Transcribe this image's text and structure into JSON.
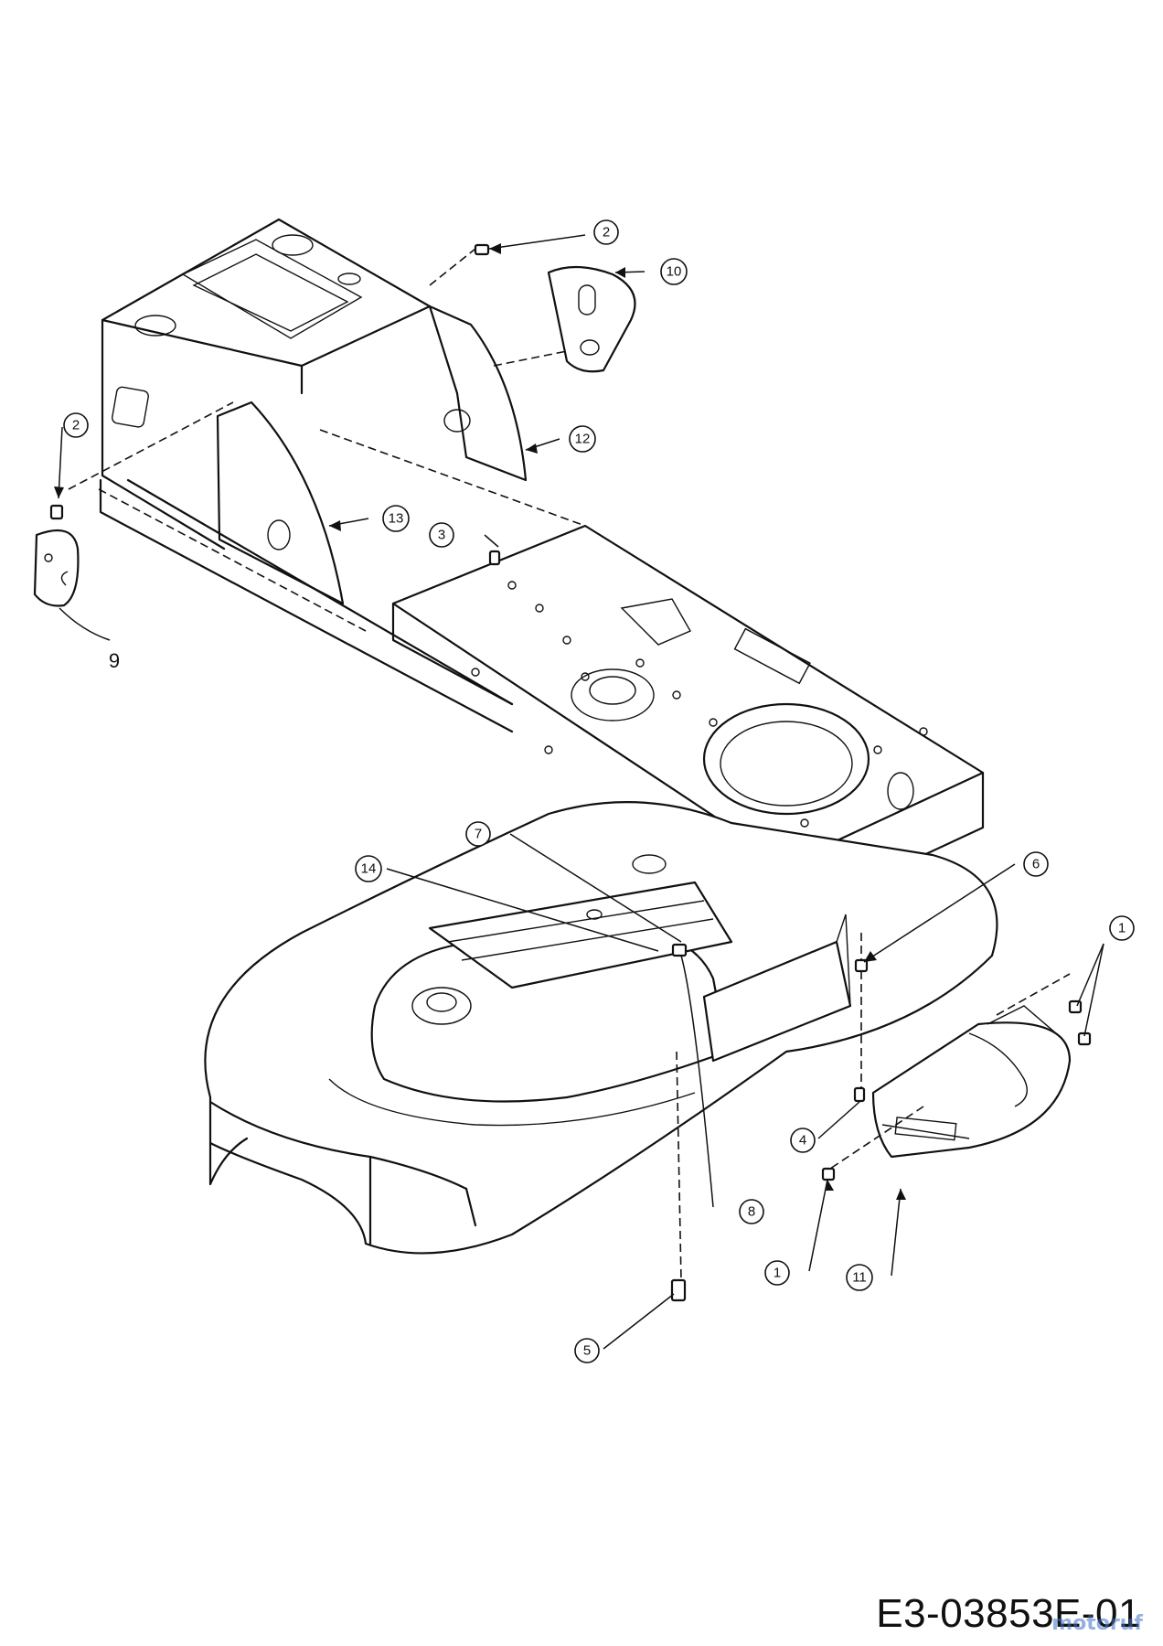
{
  "diagram": {
    "callouts": [
      {
        "id": "c2a",
        "label": "2"
      },
      {
        "id": "c10",
        "label": "10"
      },
      {
        "id": "c2b",
        "label": "2"
      },
      {
        "id": "c12",
        "label": "12"
      },
      {
        "id": "c13",
        "label": "13"
      },
      {
        "id": "c3",
        "label": "3"
      },
      {
        "id": "c9",
        "label": "9"
      },
      {
        "id": "c7",
        "label": "7"
      },
      {
        "id": "c14",
        "label": "14"
      },
      {
        "id": "c6",
        "label": "6"
      },
      {
        "id": "c1a",
        "label": "1"
      },
      {
        "id": "c4",
        "label": "4"
      },
      {
        "id": "c8",
        "label": "8"
      },
      {
        "id": "c1b",
        "label": "1"
      },
      {
        "id": "c11",
        "label": "11"
      },
      {
        "id": "c5",
        "label": "5"
      }
    ],
    "code": "E3-03853E-01",
    "watermark": "motoruf"
  }
}
